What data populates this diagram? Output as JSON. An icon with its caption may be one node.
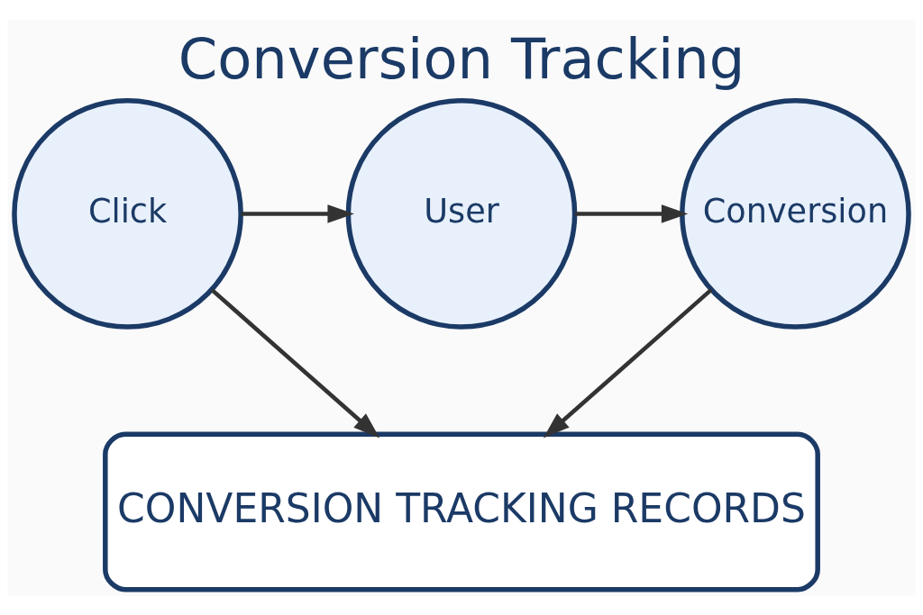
{
  "diagram": {
    "title": "Conversion Tracking",
    "nodes": [
      {
        "text": [
          "Click"
        ]
      },
      {
        "text": [
          "User"
        ]
      },
      {
        "text": [
          "Conversion"
        ]
      },
      {
        "text": [
          "CONVERSION TRACKING RECORDS"
        ]
      }
    ],
    "edges": [
      {
        "from": 0,
        "to": 1,
        "arrow": "to"
      },
      {
        "from": 1,
        "to": 2,
        "arrow": "to"
      },
      {
        "from": 0,
        "to": 3,
        "arrow": "to"
      },
      {
        "from": 2,
        "to": 3,
        "arrow": "to"
      }
    ]
  }
}
